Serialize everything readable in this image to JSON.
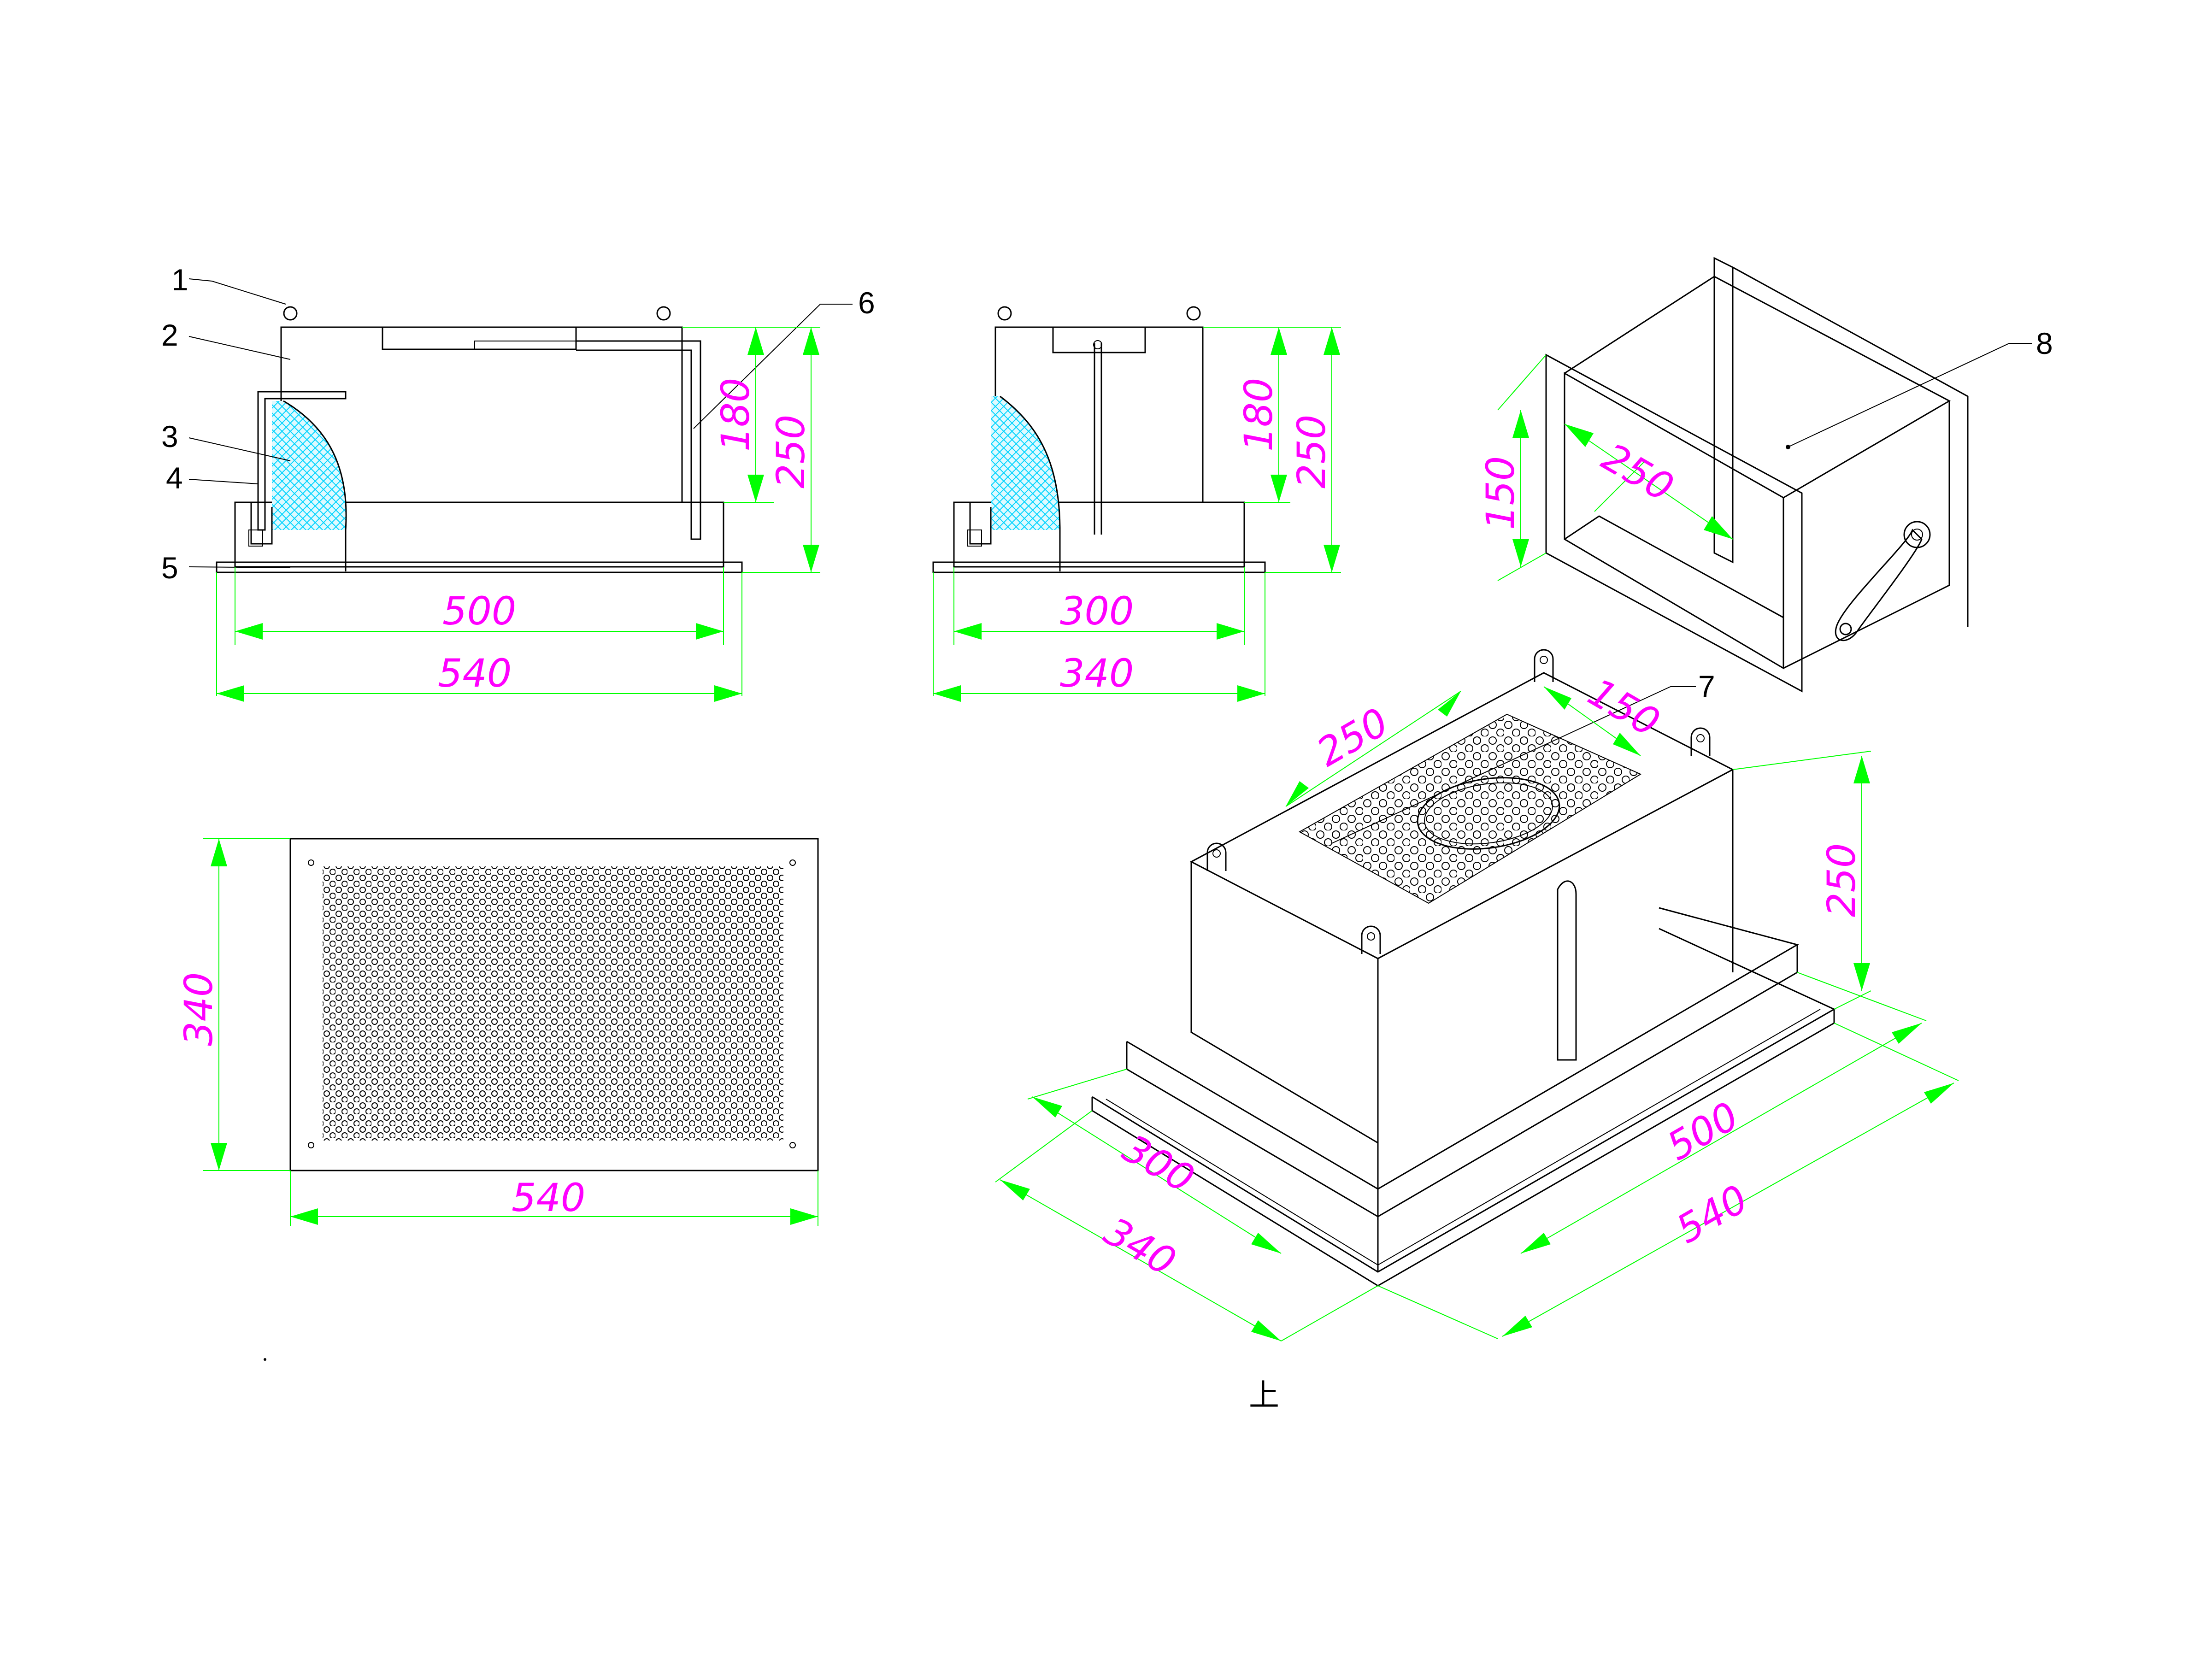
{
  "views": {
    "side": {
      "callouts": [
        "1",
        "2",
        "3",
        "4",
        "5",
        "6"
      ],
      "dim_h_inner": "500",
      "dim_h_outer": "540",
      "dim_v_inner": "180",
      "dim_v_outer": "250"
    },
    "end": {
      "dim_h_inner": "300",
      "dim_h_outer": "340",
      "dim_v_inner": "180",
      "dim_v_outer": "250"
    },
    "plan": {
      "dim_h": "540",
      "dim_v": "340"
    },
    "damper": {
      "callout": "8",
      "dim_w": "250",
      "dim_h": "150"
    },
    "iso": {
      "callout": "7",
      "dim_top_w": "250",
      "dim_top_d": "150",
      "dim_height": "250",
      "dim_d_inner": "300",
      "dim_d_outer": "340",
      "dim_w_inner": "500",
      "dim_w_outer": "540",
      "caption": "上"
    }
  },
  "colors": {
    "dimension_line": "#00ff00",
    "dimension_text": "#ff00ff",
    "filter_mesh": "#00e5ff",
    "outline": "#000000"
  }
}
